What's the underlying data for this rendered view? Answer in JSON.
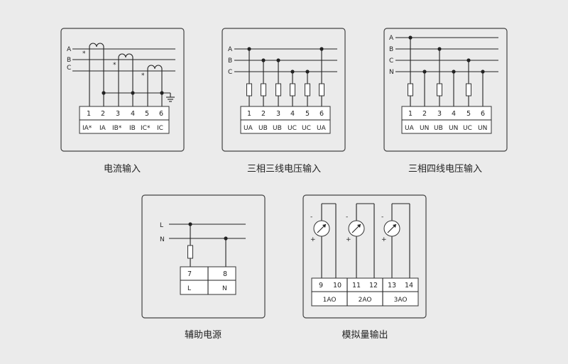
{
  "diagrams": {
    "current_input": {
      "caption": "电流输入",
      "lines": [
        "A",
        "B",
        "C"
      ],
      "terminals": [
        "1",
        "2",
        "3",
        "4",
        "5",
        "6"
      ],
      "signals": [
        "IA*",
        "IA",
        "IB*",
        "IB",
        "IC*",
        "IC"
      ],
      "polarity_mark": "*"
    },
    "three_phase_three_wire": {
      "caption": "三相三线电压输入",
      "lines": [
        "A",
        "B",
        "C"
      ],
      "terminals": [
        "1",
        "2",
        "3",
        "4",
        "5",
        "6"
      ],
      "signals": [
        "UA",
        "UB",
        "UB",
        "UC",
        "UC",
        "UA"
      ]
    },
    "three_phase_four_wire": {
      "caption": "三相四线电压输入",
      "lines": [
        "A",
        "B",
        "C",
        "N"
      ],
      "terminals": [
        "1",
        "2",
        "3",
        "4",
        "5",
        "6"
      ],
      "signals": [
        "UA",
        "UN",
        "UB",
        "UN",
        "UC",
        "UN"
      ]
    },
    "aux_power": {
      "caption": "辅助电源",
      "lines": [
        "L",
        "N"
      ],
      "terminals": [
        "7",
        "8"
      ],
      "signals": [
        "L",
        "N"
      ]
    },
    "analog_output": {
      "caption": "模拟量输出",
      "polarity_minus": "-",
      "polarity_plus": "+",
      "terminals": [
        "9",
        "10",
        "11",
        "12",
        "13",
        "14"
      ],
      "groups": [
        "1AO",
        "2AO",
        "3AO"
      ]
    }
  }
}
